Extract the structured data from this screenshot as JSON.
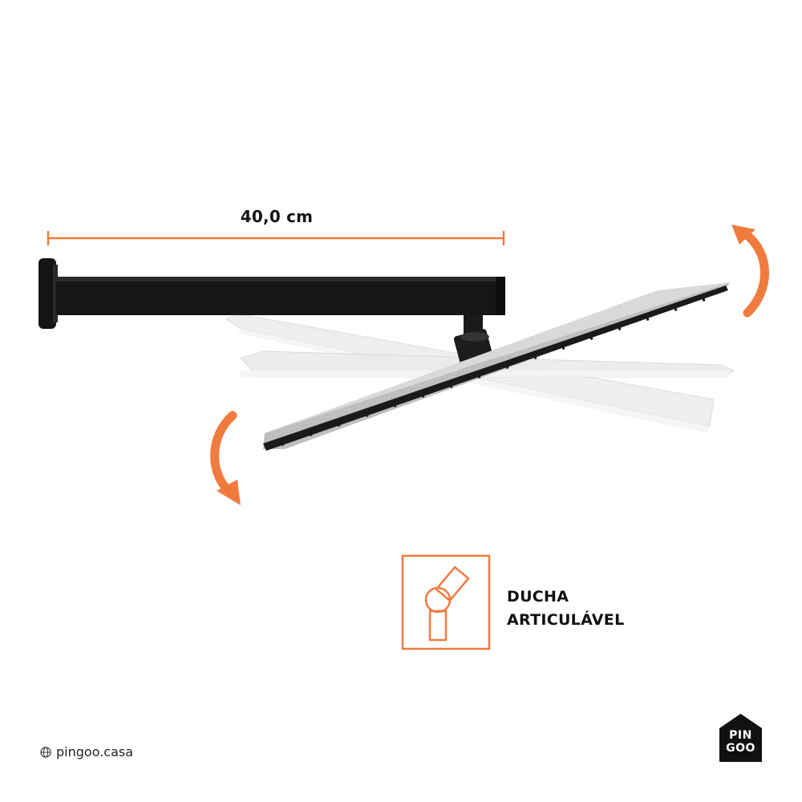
{
  "measurement": {
    "label": "40,0 cm"
  },
  "feature": {
    "line1": "DUCHA",
    "line2": "ARTICULÁVEL"
  },
  "footer": {
    "website": "pingoo.casa"
  },
  "logo": {
    "line1": "PIN",
    "line2": "GOO"
  },
  "colors": {
    "accent": "#F07B3F",
    "product": "#1A1A1A",
    "ghost": "#E6E6E6"
  },
  "icons": {
    "feature": "articulated-joint-icon",
    "footer": "globe-icon",
    "rotate_up": "curved-arrow-up-icon",
    "rotate_down": "curved-arrow-down-icon"
  }
}
